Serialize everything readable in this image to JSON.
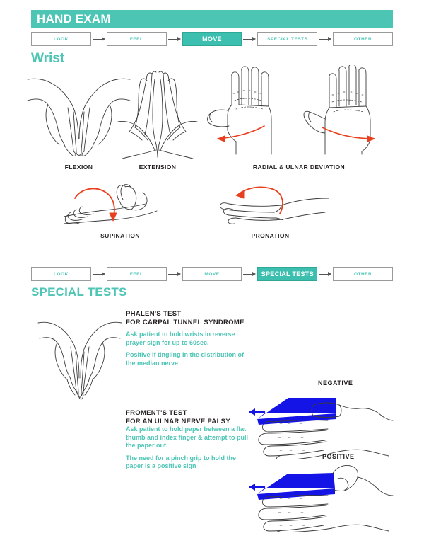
{
  "header": {
    "title": "HAND EXAM",
    "bar_color": "#4cc5b5"
  },
  "nav_top": {
    "active_index": 2,
    "items": [
      {
        "label": "LOOK"
      },
      {
        "label": "FEEL"
      },
      {
        "label": "MOVE"
      },
      {
        "label": "SPECIAL TESTS"
      },
      {
        "label": "OTHER"
      }
    ]
  },
  "nav_bottom": {
    "active_index": 3,
    "items": [
      {
        "label": "LOOK"
      },
      {
        "label": "FEEL"
      },
      {
        "label": "MOVE"
      },
      {
        "label": "SPECIAL TESTS"
      },
      {
        "label": "OTHER"
      }
    ]
  },
  "wrist_section": {
    "heading": "Wrist",
    "figures": [
      {
        "caption": "FLEXION"
      },
      {
        "caption": "EXTENSION"
      },
      {
        "caption": "RADIAL & ULNAR DEVIATION"
      },
      {
        "caption": "SUPINATION"
      },
      {
        "caption": "PRONATION"
      }
    ]
  },
  "special_tests_section": {
    "heading": "SPECIAL TESTS",
    "tests": [
      {
        "name": "PHALEN'S TEST",
        "subtitle": "FOR CARPAL TUNNEL SYNDROME",
        "instruction": "Ask patient to hold wrists in reverse prayer sign for up to 60sec.",
        "result": "Positive if tingling in the distribution of the median nerve"
      },
      {
        "name": "FROMENT'S TEST",
        "subtitle": "FOR AN ULNAR NERVE PALSY",
        "instruction": "Ask patient to hold paper between a flat thumb and index finger & attempt to pull the paper out.",
        "result": "The need for a pinch grip to hold the paper is a positive sign"
      }
    ],
    "froment_labels": {
      "negative": "NEGATIVE",
      "positive": "POSITIVE"
    }
  },
  "colors": {
    "teal": "#4cc5b5",
    "teal_active": "#3dbfaf",
    "arrow_red": "#e8401f",
    "paper_blue": "#1414e6",
    "ink": "#3a3a3a",
    "text_dark": "#231f20"
  }
}
